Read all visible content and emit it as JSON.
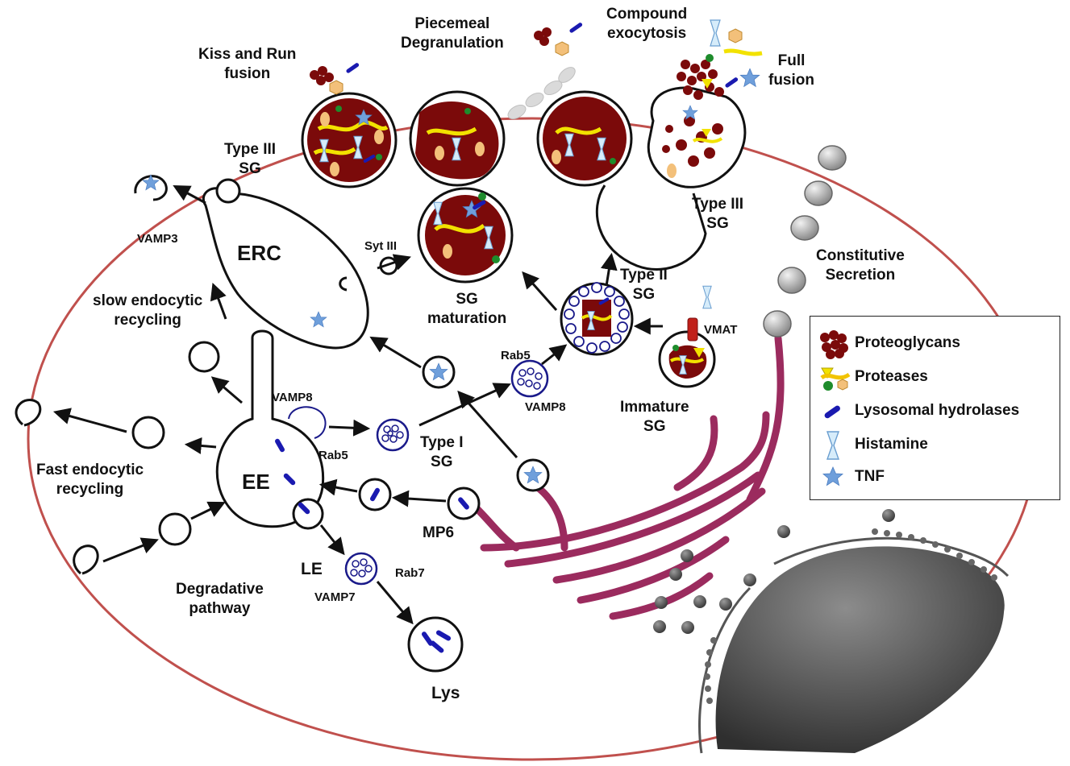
{
  "labels": {
    "kiss_and_run": "Kiss and Run\nfusion",
    "piecemeal": "Piecemeal\nDegranulation",
    "compound": "Compound\nexocytosis",
    "full_fusion": "Full\nfusion",
    "type3_left": "Type III\nSG",
    "type3_right": "Type III\nSG",
    "vamp3": "VAMP3",
    "erc": "ERC",
    "syt3": "Syt III",
    "sg_maturation": "SG\nmaturation",
    "type2": "Type II\nSG",
    "constitutive": "Constitutive\nSecretion",
    "slow_recycling": "slow endocytic\nrecycling",
    "vmat": "VMAT",
    "rab5_top": "Rab5",
    "vamp8_right": "VAMP8",
    "vamp8_left": "VAMP8",
    "immature": "Immature\nSG",
    "rab5_ee": "Rab5",
    "type1": "Type I\nSG",
    "ee": "EE",
    "fast_recycling": "Fast endocytic\nrecycling",
    "mp6": "MP6",
    "le": "LE",
    "rab7": "Rab7",
    "vamp7": "VAMP7",
    "degradative": "Degradative\npathway",
    "lys": "Lys"
  },
  "legend": [
    {
      "icon": "proteoglycans-icon",
      "label": "Proteoglycans"
    },
    {
      "icon": "proteases-icon",
      "label": "Proteases"
    },
    {
      "icon": "lysosomal-hydrolases-icon",
      "label": "Lysosomal hydrolases"
    },
    {
      "icon": "histamine-icon",
      "label": "Histamine"
    },
    {
      "icon": "tnf-icon",
      "label": "TNF"
    }
  ],
  "colors": {
    "cell_membrane": "#c0504d",
    "proteoglycan": "#7b0a0a",
    "protease_yellow": "#f2e200",
    "protease_orange": "#f0b030",
    "granule_green": "#1e8c2c",
    "hydrolase_blue": "#1a1ab0",
    "histamine": "#bfe0f5",
    "tnf": "#6f9fdb",
    "golgi": "#9b2b5e",
    "nucleus": "#4a4a4a",
    "vesicle_grey": "#b8b8b8"
  }
}
